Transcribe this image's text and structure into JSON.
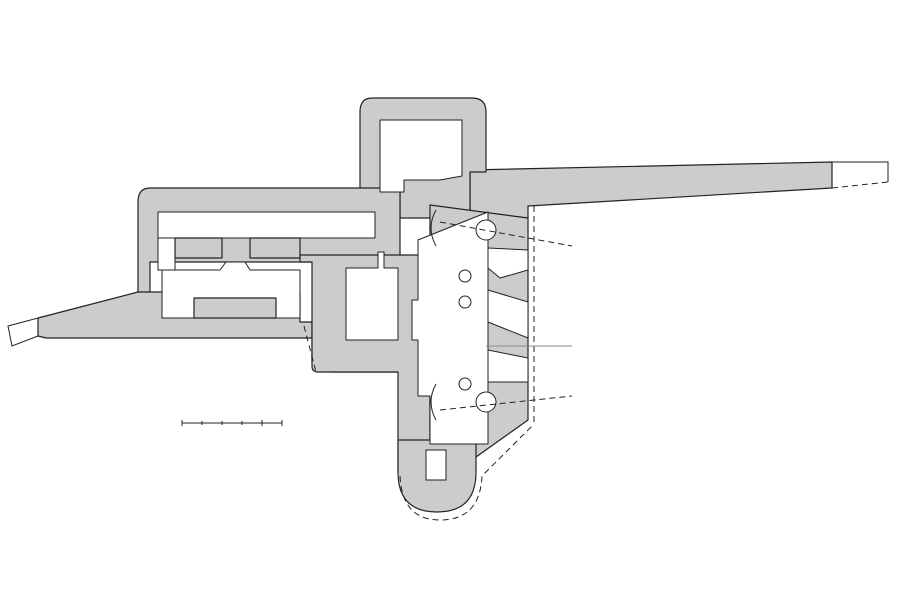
{
  "colors": {
    "wall_fill": "#cccccc",
    "floor_fill": "#ffffff",
    "outline": "#222222",
    "background": "#ffffff"
  },
  "drawing": {
    "type": "architectural floor plan",
    "features": [
      "gun-embrasure-north",
      "gun-embrasure-south",
      "loophole-1",
      "loophole-2",
      "loophole-3",
      "rounded-bastion",
      "scale-bar"
    ]
  }
}
